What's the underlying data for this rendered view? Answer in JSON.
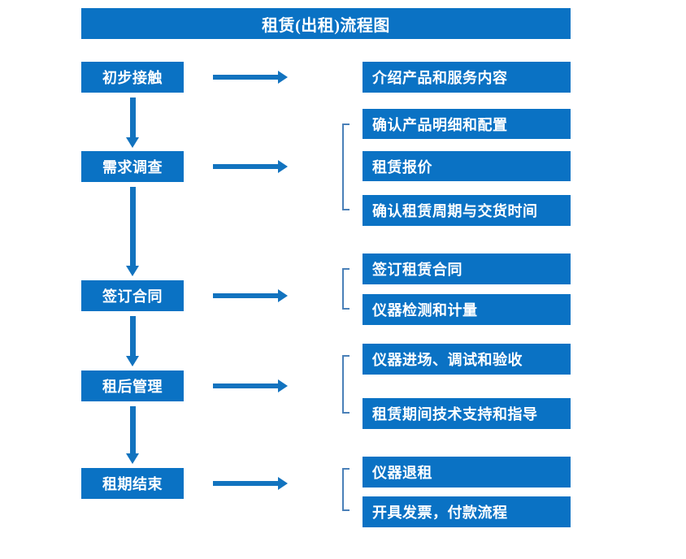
{
  "page": {
    "title": "租赁(出租)流程图",
    "accent_color": "#0a72c4",
    "arrow_color": "#1273bf",
    "bracket_color": "#4a80b8",
    "background_color": "#ffffff",
    "text_color": "#ffffff"
  },
  "stages": [
    {
      "label": "初步接触"
    },
    {
      "label": "需求调查"
    },
    {
      "label": "签订合同"
    },
    {
      "label": "租后管理"
    },
    {
      "label": "租期结束"
    }
  ],
  "tasks": [
    {
      "label": "介绍产品和服务内容"
    },
    {
      "label": "确认产品明细和配置"
    },
    {
      "label": "租赁报价"
    },
    {
      "label": "确认租赁周期与交货时间"
    },
    {
      "label": "签订租赁合同"
    },
    {
      "label": "仪器检测和计量"
    },
    {
      "label": "仪器进场、调试和验收"
    },
    {
      "label": "租赁期间技术支持和指导"
    },
    {
      "label": "仪器退租"
    },
    {
      "label": "开具发票，付款流程"
    }
  ],
  "groups": [
    {
      "stage": "需求调查",
      "tasks": [
        "确认产品明细和配置",
        "租赁报价",
        "确认租赁周期与交货时间"
      ]
    },
    {
      "stage": "签订合同",
      "tasks": [
        "签订租赁合同",
        "仪器检测和计量"
      ]
    },
    {
      "stage": "租后管理",
      "tasks": [
        "仪器进场、调试和验收",
        "租赁期间技术支持和指导"
      ]
    },
    {
      "stage": "租期结束",
      "tasks": [
        "仪器退租",
        "开具发票，付款流程"
      ]
    }
  ],
  "flow_connectors": [
    {
      "from": "初步接触",
      "to": "需求调查",
      "direction": "down"
    },
    {
      "from": "需求调查",
      "to": "签订合同",
      "direction": "down"
    },
    {
      "from": "签订合同",
      "to": "租后管理",
      "direction": "down"
    },
    {
      "from": "租后管理",
      "to": "租期结束",
      "direction": "down"
    }
  ],
  "branch_connectors": [
    {
      "from": "初步接触",
      "direction": "right"
    },
    {
      "from": "需求调查",
      "direction": "right"
    },
    {
      "from": "签订合同",
      "direction": "right"
    },
    {
      "from": "租后管理",
      "direction": "right"
    },
    {
      "from": "租期结束",
      "direction": "right"
    }
  ]
}
